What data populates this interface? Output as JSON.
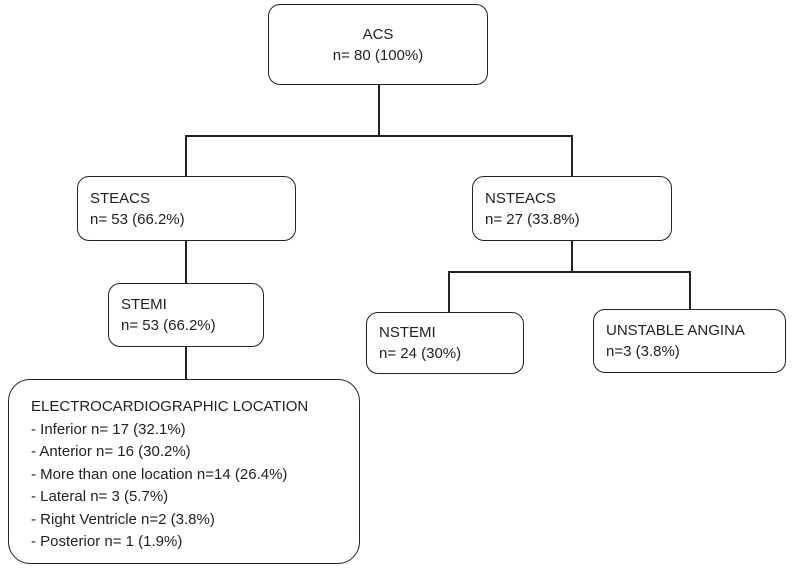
{
  "nodes": {
    "acs": {
      "title": "ACS",
      "count": "n= 80 (100%)"
    },
    "steacs": {
      "title": "STEACS",
      "count": "n= 53 (66.2%)"
    },
    "nsteacs": {
      "title": "NSTEACS",
      "count": "n= 27 (33.8%)"
    },
    "stemi": {
      "title": "STEMI",
      "count": "n= 53 (66.2%)"
    },
    "nstemi": {
      "title": "NSTEMI",
      "count": "n= 24 (30%)"
    },
    "unstable": {
      "title": "UNSTABLE ANGINA",
      "count": "n=3 (3.8%)"
    }
  },
  "location": {
    "title": "ELECTROCARDIOGRAPHIC LOCATION",
    "items": [
      "- Inferior n= 17 (32.1%)",
      "- Anterior n= 16 (30.2%)",
      "- More than one location n=14 (26.4%)",
      "- Lateral n= 3 (5.7%)",
      "- Right Ventricle n=2 (3.8%)",
      "- Posterior n= 1 (1.9%)"
    ]
  }
}
